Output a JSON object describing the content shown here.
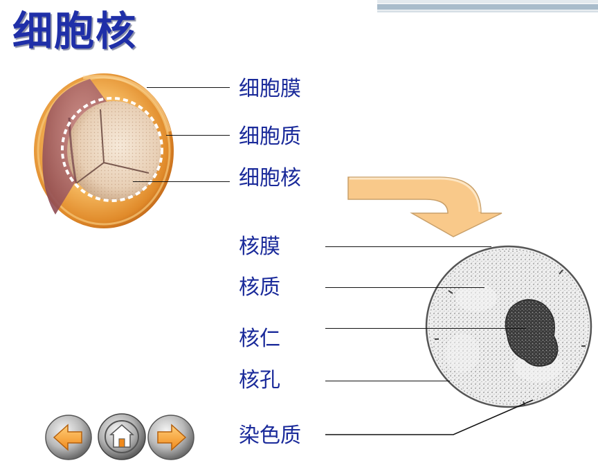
{
  "slide": {
    "title": "细胞核",
    "colors": {
      "title": "#1f2fa8",
      "label": "#1a2a9a",
      "arrow": "#f9c98a",
      "deco_bar": "#a9bccb"
    }
  },
  "cell_labels": [
    {
      "id": "membrane",
      "text": "细胞膜"
    },
    {
      "id": "cytoplasm",
      "text": "细胞质"
    },
    {
      "id": "nucleus",
      "text": "细胞核"
    }
  ],
  "nucleus_labels": [
    {
      "id": "nuclear-envelope",
      "text": "核膜"
    },
    {
      "id": "nucleoplasm",
      "text": "核质"
    },
    {
      "id": "nucleolus",
      "text": "核仁"
    },
    {
      "id": "nuclear-pore",
      "text": "核孔"
    },
    {
      "id": "chromatin",
      "text": "染色质"
    }
  ],
  "nav": [
    {
      "id": "prev",
      "icon": "left-arrow-icon"
    },
    {
      "id": "home",
      "icon": "home-icon"
    },
    {
      "id": "next",
      "icon": "right-arrow-icon"
    }
  ]
}
